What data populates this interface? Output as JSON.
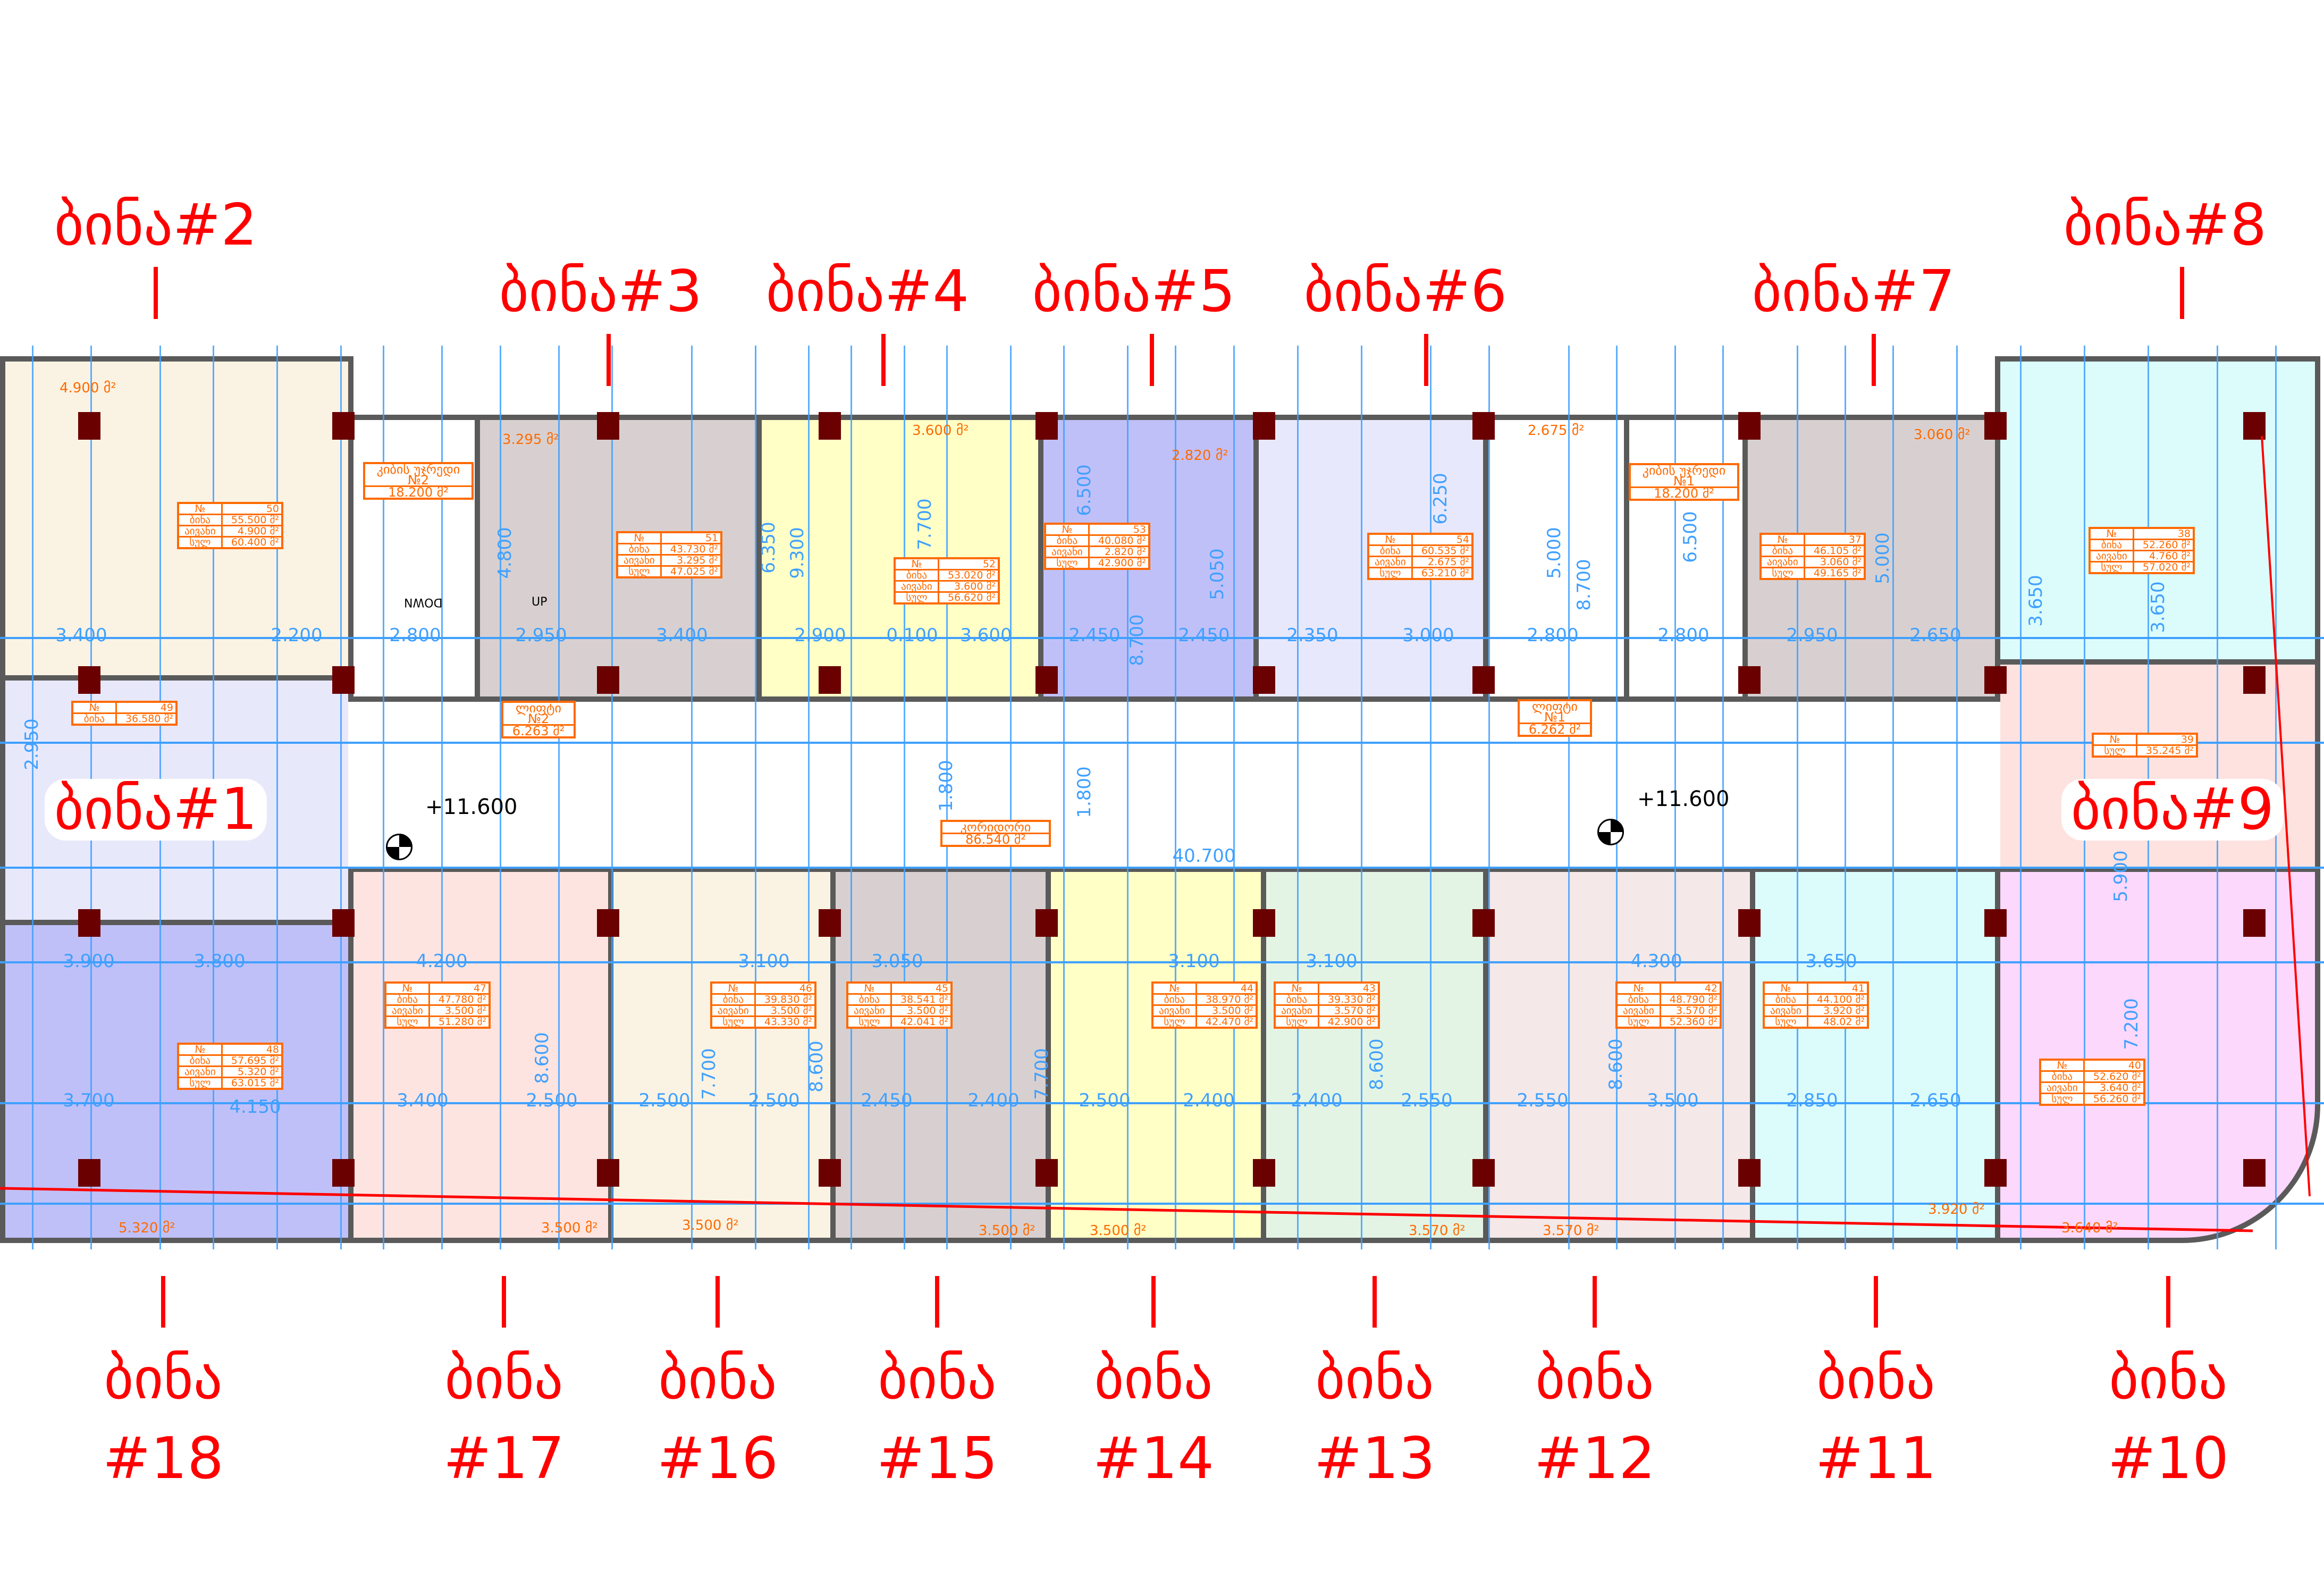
{
  "colors": {
    "label_red": "#ff0000",
    "info_orange": "#ff6a00",
    "dimension_blue": "#3fa0ff",
    "column": "#6b0000"
  },
  "info_labels": {
    "number": "№",
    "apartment": "ბინა",
    "balcony": "აივანი",
    "total": "სულ"
  },
  "building_labels": {
    "b1": "ბინა#1",
    "b2": "ბინა#2",
    "b3": "ბინა#3",
    "b4": "ბინა#4",
    "b5": "ბინა#5",
    "b6": "ბინა#6",
    "b7": "ბინა#7",
    "b8": "ბინა#8",
    "b9": "ბინა#9",
    "word": "ბინა",
    "b10": "#10",
    "b11": "#11",
    "b12": "#12",
    "b13": "#13",
    "b14": "#14",
    "b15": "#15",
    "b16": "#16",
    "b17": "#17",
    "b18": "#18"
  },
  "apartments": [
    {
      "no": "50",
      "apartment": "55.500 მ²",
      "balcony": "4.900 მ²",
      "total": "60.400 მ²"
    },
    {
      "no": "51",
      "apartment": "43.730 მ²",
      "balcony": "3.295 მ²",
      "total": "47.025 მ²"
    },
    {
      "no": "52",
      "apartment": "53.020 მ²",
      "balcony": "3.600 მ²",
      "total": "56.620 მ²"
    },
    {
      "no": "53",
      "apartment": "40.080 მ²",
      "balcony": "2.820 მ²",
      "total": "42.900 მ²"
    },
    {
      "no": "54",
      "apartment": "60.535 მ²",
      "balcony": "2.675 მ²",
      "total": "63.210 მ²"
    },
    {
      "no": "37",
      "apartment": "46.105 მ²",
      "balcony": "3.060 მ²",
      "total": "49.165 მ²"
    },
    {
      "no": "38",
      "apartment": "52.260 მ²",
      "balcony": "4.760 მ²",
      "total": "57.020 მ²"
    },
    {
      "no": "49",
      "apartment": "36.580 მ²"
    },
    {
      "no": "39",
      "total": "35.245 მ²"
    },
    {
      "no": "48",
      "apartment": "57.695 მ²",
      "balcony": "5.320 მ²",
      "total": "63.015 მ²"
    },
    {
      "no": "47",
      "apartment": "47.780 მ²",
      "balcony": "3.500 მ²",
      "total": "51.280 მ²"
    },
    {
      "no": "46",
      "apartment": "39.830 მ²",
      "balcony": "3.500 მ²",
      "total": "43.330 მ²"
    },
    {
      "no": "45",
      "apartment": "38.541 მ²",
      "balcony": "3.500 მ²",
      "total": "42.041 მ²"
    },
    {
      "no": "44",
      "apartment": "38.970 მ²",
      "balcony": "3.500 მ²",
      "total": "42.470 მ²"
    },
    {
      "no": "43",
      "apartment": "39.330 მ²",
      "balcony": "3.570 მ²",
      "total": "42.900 მ²"
    },
    {
      "no": "42",
      "apartment": "48.790 მ²",
      "balcony": "3.570 მ²",
      "total": "52.360 მ²"
    },
    {
      "no": "41",
      "apartment": "44.100 მ²",
      "balcony": "3.920 მ²",
      "total": "48.02 მ²"
    },
    {
      "no": "40",
      "apartment": "52.620 მ²",
      "balcony": "3.640 მ²",
      "total": "56.260 მ²"
    }
  ],
  "common_areas": {
    "corridor": {
      "name": "კორიდორი",
      "area": "86.540 მ²"
    },
    "stair_1": {
      "name": "კიბის უჯრედი №1",
      "area": "18.200 მ²"
    },
    "stair_2": {
      "name": "კიბის უჯრედი №2",
      "area": "18.200 მ²"
    },
    "lift_1": {
      "name": "ლიფტი №1",
      "area": "6.262 მ²"
    },
    "lift_2": {
      "name": "ლიფტი №2",
      "area": "6.263 მ²"
    }
  },
  "balcony_labels": [
    "4.900 მ²",
    "3.295 მ²",
    "3.600 მ²",
    "2.820 მ²",
    "2.675 მ²",
    "3.060 მ²",
    "5.320 მ²",
    "3.500 მ²",
    "3.500 მ²",
    "3.500 მ²",
    "3.500 მ²",
    "3.570 მ²",
    "3.570 მ²",
    "3.920 მ²",
    "3.640 მ²"
  ],
  "elevations": [
    "+11.600",
    "+11.600"
  ],
  "stair_text": {
    "up": "UP",
    "down": "DOWN"
  },
  "dimensions": {
    "corridor_length": "40.700",
    "row_upper": [
      "3.400",
      "2.200",
      "2.800",
      "2.950",
      "3.400",
      "2.900",
      "0.100",
      "3.600",
      "2.450",
      "2.450",
      "2.350",
      "3.000",
      "2.800",
      "2.800",
      "2.950",
      "2.650"
    ],
    "row_mid": [
      "3.900",
      "3.800",
      "4.200",
      "3.100",
      "3.050",
      "3.100",
      "3.100",
      "4.300",
      "3.650"
    ],
    "row_lower": [
      "3.700",
      "4.150",
      "3.400",
      "2.500",
      "2.500",
      "2.500",
      "2.450",
      "2.400",
      "2.500",
      "2.400",
      "2.400",
      "2.550",
      "2.550",
      "3.500",
      "2.850",
      "2.650"
    ],
    "vertical": [
      "9.300",
      "6.500",
      "4.800",
      "6.350",
      "7.700",
      "8.700",
      "5.050",
      "6.250",
      "8.700",
      "5.000",
      "6.500",
      "5.000",
      "3.650",
      "3.650",
      "8.600",
      "7.700",
      "8.600",
      "7.700",
      "8.600",
      "8.600",
      "7.200",
      "1.800",
      "1.800",
      "2.950",
      "5.900"
    ]
  }
}
